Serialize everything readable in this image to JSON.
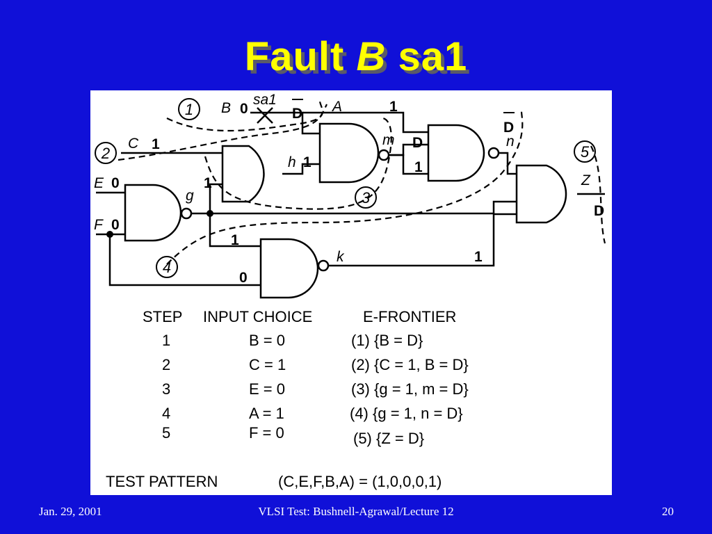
{
  "title": {
    "part1": "Fault ",
    "part2": "B",
    "part3": " sa1"
  },
  "footer": {
    "date": "Jan. 29, 2001",
    "course": "VLSI Test: Bushnell-Agrawal/Lecture 12",
    "page": "20"
  },
  "circuit": {
    "fault_label": "sa1",
    "signals": {
      "A": "A",
      "B": "B",
      "C": "C",
      "E": "E",
      "F": "F",
      "g": "g",
      "h": "h",
      "k": "k",
      "m": "m",
      "n": "n",
      "Z": "Z"
    },
    "values": {
      "B": "0",
      "B_out": "D",
      "A": "1",
      "C": "1",
      "E": "0",
      "F": "0",
      "g": "1",
      "h": "1",
      "m": "D",
      "m2": "1",
      "n": "D",
      "k_in1": "1",
      "k_in2": "0",
      "k": "1",
      "Z": "D"
    },
    "frontier_markers": [
      "1",
      "2",
      "3",
      "4",
      "5"
    ]
  },
  "table": {
    "headers": [
      "STEP",
      "INPUT CHOICE",
      "E-FRONTIER"
    ],
    "rows": [
      {
        "step": "1",
        "choice": "B = 0",
        "frontier": "(1) {B = D}"
      },
      {
        "step": "2",
        "choice": "C = 1",
        "frontier": "(2) {C = 1, B = D}"
      },
      {
        "step": "3",
        "choice": "E = 0",
        "frontier": "(3) {g = 1, m = D}"
      },
      {
        "step": "4",
        "choice": "A = 1",
        "frontier": "(4) {g = 1, n = D}"
      },
      {
        "step": "5",
        "choice": "F = 0",
        "frontier": "(5) {Z = D}"
      }
    ],
    "test_pattern_label": "TEST PATTERN",
    "test_pattern_value": "(C,E,F,B,A) = (1,0,0,0,1)"
  }
}
